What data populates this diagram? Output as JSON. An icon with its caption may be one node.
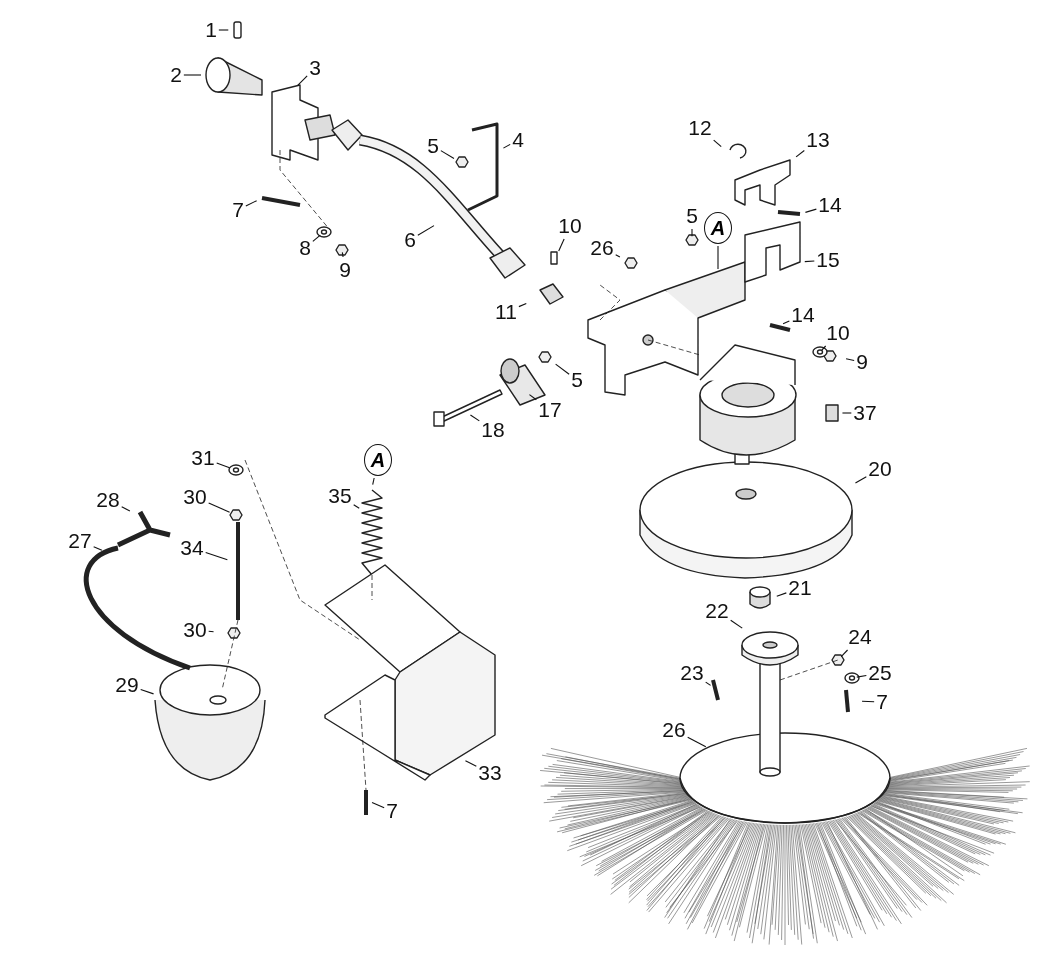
{
  "diagram": {
    "nodes": [
      {
        "text": [
          "1"
        ]
      },
      {
        "text": [
          "3"
        ]
      },
      {
        "text": [
          "2"
        ]
      },
      {
        "text": [
          "12"
        ]
      },
      {
        "text": [
          "4"
        ]
      },
      {
        "text": [
          "13"
        ]
      },
      {
        "text": [
          "5"
        ]
      },
      {
        "text": [
          "14"
        ]
      },
      {
        "text": [
          "7"
        ]
      },
      {
        "text": [
          "5"
        ]
      },
      {
        "text": [
          "A"
        ]
      },
      {
        "text": [
          "10"
        ]
      },
      {
        "text": [
          "6"
        ]
      },
      {
        "text": [
          "26"
        ]
      },
      {
        "text": [
          "8"
        ]
      },
      {
        "text": [
          "15"
        ]
      },
      {
        "text": [
          "9"
        ]
      },
      {
        "text": [
          "11"
        ]
      },
      {
        "text": [
          "14"
        ]
      },
      {
        "text": [
          "10"
        ]
      },
      {
        "text": [
          "9"
        ]
      },
      {
        "text": [
          "5"
        ]
      },
      {
        "text": [
          "17"
        ]
      },
      {
        "text": [
          "37"
        ]
      },
      {
        "text": [
          "18"
        ]
      },
      {
        "text": [
          "31"
        ]
      },
      {
        "text": [
          "A"
        ]
      },
      {
        "text": [
          "20"
        ]
      },
      {
        "text": [
          "35"
        ]
      },
      {
        "text": [
          "30"
        ]
      },
      {
        "text": [
          "28"
        ]
      },
      {
        "text": [
          "27"
        ]
      },
      {
        "text": [
          "34"
        ]
      },
      {
        "text": [
          "21"
        ]
      },
      {
        "text": [
          "22"
        ]
      },
      {
        "text": [
          "30"
        ]
      },
      {
        "text": [
          "24"
        ]
      },
      {
        "text": [
          "23"
        ]
      },
      {
        "text": [
          "25"
        ]
      },
      {
        "text": [
          "29"
        ]
      },
      {
        "text": [
          "7"
        ]
      },
      {
        "text": [
          "26"
        ]
      },
      {
        "text": [
          "33"
        ]
      },
      {
        "text": [
          "7"
        ]
      }
    ],
    "edges": [
      {
        "from": 0,
        "to": null,
        "arrow": "none"
      },
      {
        "from": 1,
        "to": null,
        "arrow": "none"
      },
      {
        "from": 2,
        "to": null,
        "arrow": "none"
      },
      {
        "from": 3,
        "to": null,
        "arrow": "none"
      },
      {
        "from": 4,
        "to": null,
        "arrow": "none"
      },
      {
        "from": 5,
        "to": null,
        "arrow": "none"
      },
      {
        "from": 6,
        "to": null,
        "arrow": "none"
      },
      {
        "from": 7,
        "to": null,
        "arrow": "none"
      },
      {
        "from": 8,
        "to": null,
        "arrow": "none"
      },
      {
        "from": 9,
        "to": null,
        "arrow": "none"
      },
      {
        "from": 10,
        "to": null,
        "arrow": "none"
      },
      {
        "from": 11,
        "to": null,
        "arrow": "none"
      },
      {
        "from": 12,
        "to": null,
        "arrow": "none"
      },
      {
        "from": 13,
        "to": null,
        "arrow": "none"
      },
      {
        "from": 14,
        "to": null,
        "arrow": "none"
      },
      {
        "from": 15,
        "to": null,
        "arrow": "none"
      },
      {
        "from": 16,
        "to": null,
        "arrow": "none"
      },
      {
        "from": 17,
        "to": null,
        "arrow": "none"
      },
      {
        "from": 18,
        "to": null,
        "arrow": "none"
      },
      {
        "from": 19,
        "to": null,
        "arrow": "none"
      },
      {
        "from": 20,
        "to": null,
        "arrow": "none"
      },
      {
        "from": 21,
        "to": null,
        "arrow": "none"
      },
      {
        "from": 22,
        "to": null,
        "arrow": "none"
      },
      {
        "from": 23,
        "to": null,
        "arrow": "none"
      },
      {
        "from": 24,
        "to": null,
        "arrow": "none"
      },
      {
        "from": 25,
        "to": null,
        "arrow": "none"
      },
      {
        "from": 26,
        "to": null,
        "arrow": "none"
      },
      {
        "from": 27,
        "to": null,
        "arrow": "none"
      },
      {
        "from": 28,
        "to": null,
        "arrow": "none"
      },
      {
        "from": 29,
        "to": null,
        "arrow": "none"
      },
      {
        "from": 30,
        "to": null,
        "arrow": "none"
      },
      {
        "from": 31,
        "to": null,
        "arrow": "none"
      },
      {
        "from": 32,
        "to": null,
        "arrow": "none"
      },
      {
        "from": 33,
        "to": null,
        "arrow": "none"
      },
      {
        "from": 34,
        "to": null,
        "arrow": "none"
      },
      {
        "from": 35,
        "to": null,
        "arrow": "none"
      },
      {
        "from": 36,
        "to": null,
        "arrow": "none"
      },
      {
        "from": 37,
        "to": null,
        "arrow": "none"
      },
      {
        "from": 38,
        "to": null,
        "arrow": "none"
      },
      {
        "from": 39,
        "to": null,
        "arrow": "none"
      },
      {
        "from": 40,
        "to": null,
        "arrow": "none"
      },
      {
        "from": 41,
        "to": null,
        "arrow": "none"
      },
      {
        "from": 42,
        "to": null,
        "arrow": "none"
      },
      {
        "from": 43,
        "to": null,
        "arrow": "none"
      }
    ]
  }
}
